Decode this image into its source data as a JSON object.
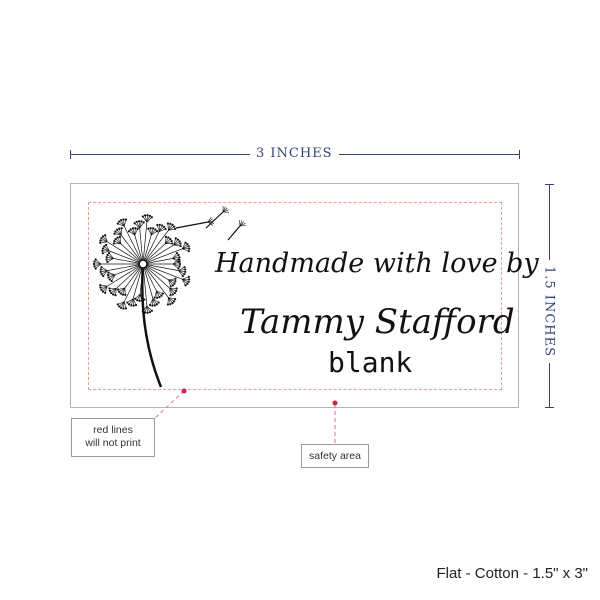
{
  "dimensions": {
    "width_label": "3 INCHES",
    "height_label": "1.5 INCHES"
  },
  "label": {
    "line1": "Handmade with love by",
    "line2": "Tammy Stafford",
    "line3": "blank",
    "graphic": "dandelion-icon"
  },
  "callouts": {
    "red_lines": [
      "red lines",
      "will not print"
    ],
    "safety_area": "safety area"
  },
  "footer": {
    "product": "Flat - Cotton - 1.5\" x 3\""
  },
  "colors": {
    "dimension": "#34447a",
    "safety_line": "#f59a9a",
    "marker": "#d0233a"
  }
}
